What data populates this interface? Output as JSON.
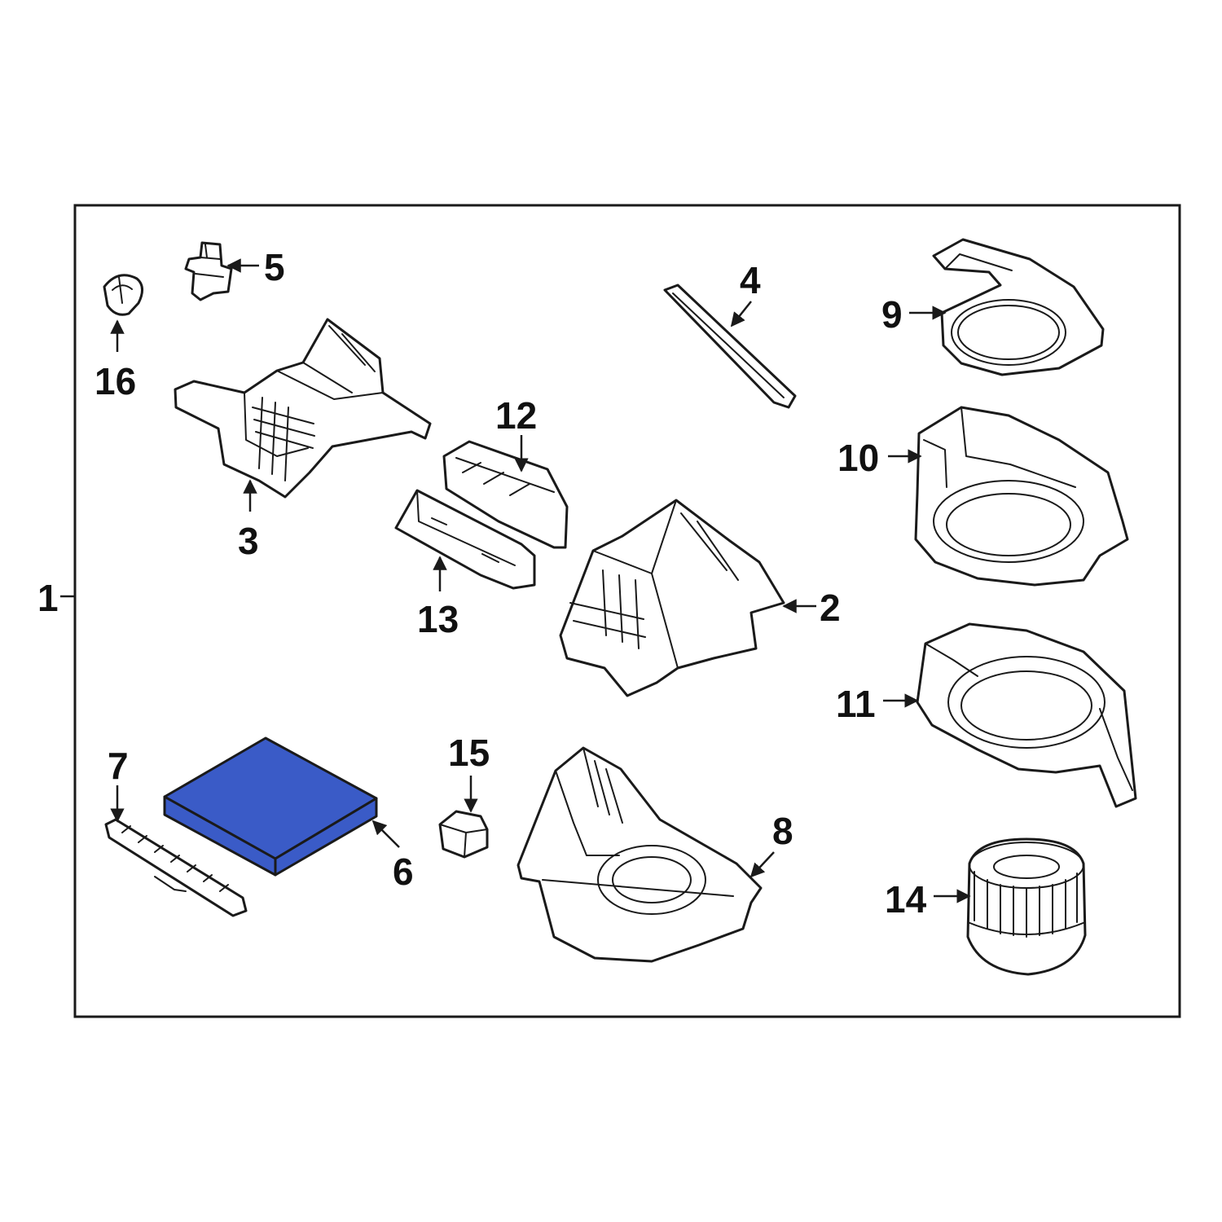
{
  "diagram": {
    "highlight_color": "#3a5bc7",
    "highlighted_part": "6",
    "callouts": {
      "c1": "1",
      "c2": "2",
      "c3": "3",
      "c4": "4",
      "c5": "5",
      "c6": "6",
      "c7": "7",
      "c8": "8",
      "c9": "9",
      "c10": "10",
      "c11": "11",
      "c12": "12",
      "c13": "13",
      "c14": "14",
      "c15": "15",
      "c16": "16"
    }
  }
}
